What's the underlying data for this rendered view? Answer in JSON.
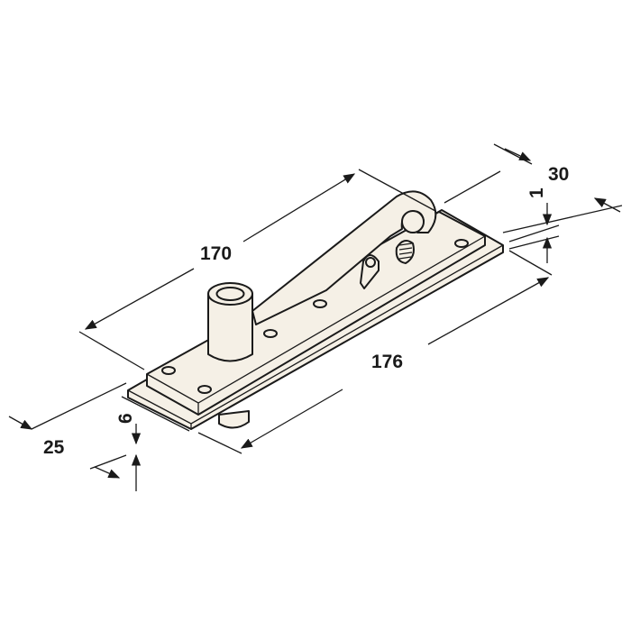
{
  "title": "Floor pivot hinge dimension drawing",
  "dimensions": {
    "length_top": "170",
    "length_bottom": "176",
    "width_plate": "30",
    "top_offset": "1",
    "height_plate": "6",
    "width_base": "25"
  },
  "colors": {
    "line": "#1a1a1a",
    "fill": "#f5f0e6"
  }
}
